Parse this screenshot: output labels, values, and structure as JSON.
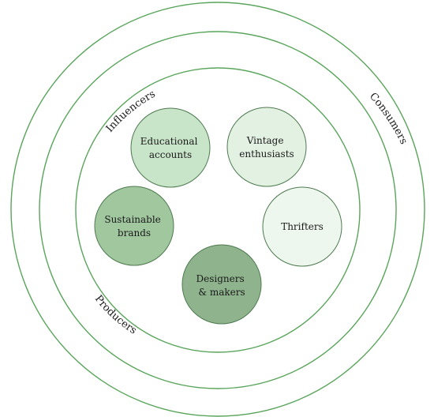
{
  "diagram": {
    "ring_labels": {
      "outer": "Consumers",
      "middle": "Influencers",
      "inner": "Producers"
    },
    "nodes": [
      {
        "id": "educational",
        "lines": [
          "Educational",
          "accounts"
        ],
        "fill": "#c9e5c9"
      },
      {
        "id": "vintage",
        "lines": [
          "Vintage",
          "enthusiasts"
        ],
        "fill": "#e2f1e2"
      },
      {
        "id": "sustainable",
        "lines": [
          "Sustainable",
          "brands"
        ],
        "fill": "#a0c79e"
      },
      {
        "id": "thrifters",
        "lines": [
          "Thrifters"
        ],
        "fill": "#eef7ee"
      },
      {
        "id": "designers",
        "lines": [
          "Designers",
          "& makers"
        ],
        "fill": "#8fb48d"
      }
    ],
    "colors": {
      "ring_stroke": "#5aa55c",
      "node_stroke": "#4e7a4f"
    }
  }
}
